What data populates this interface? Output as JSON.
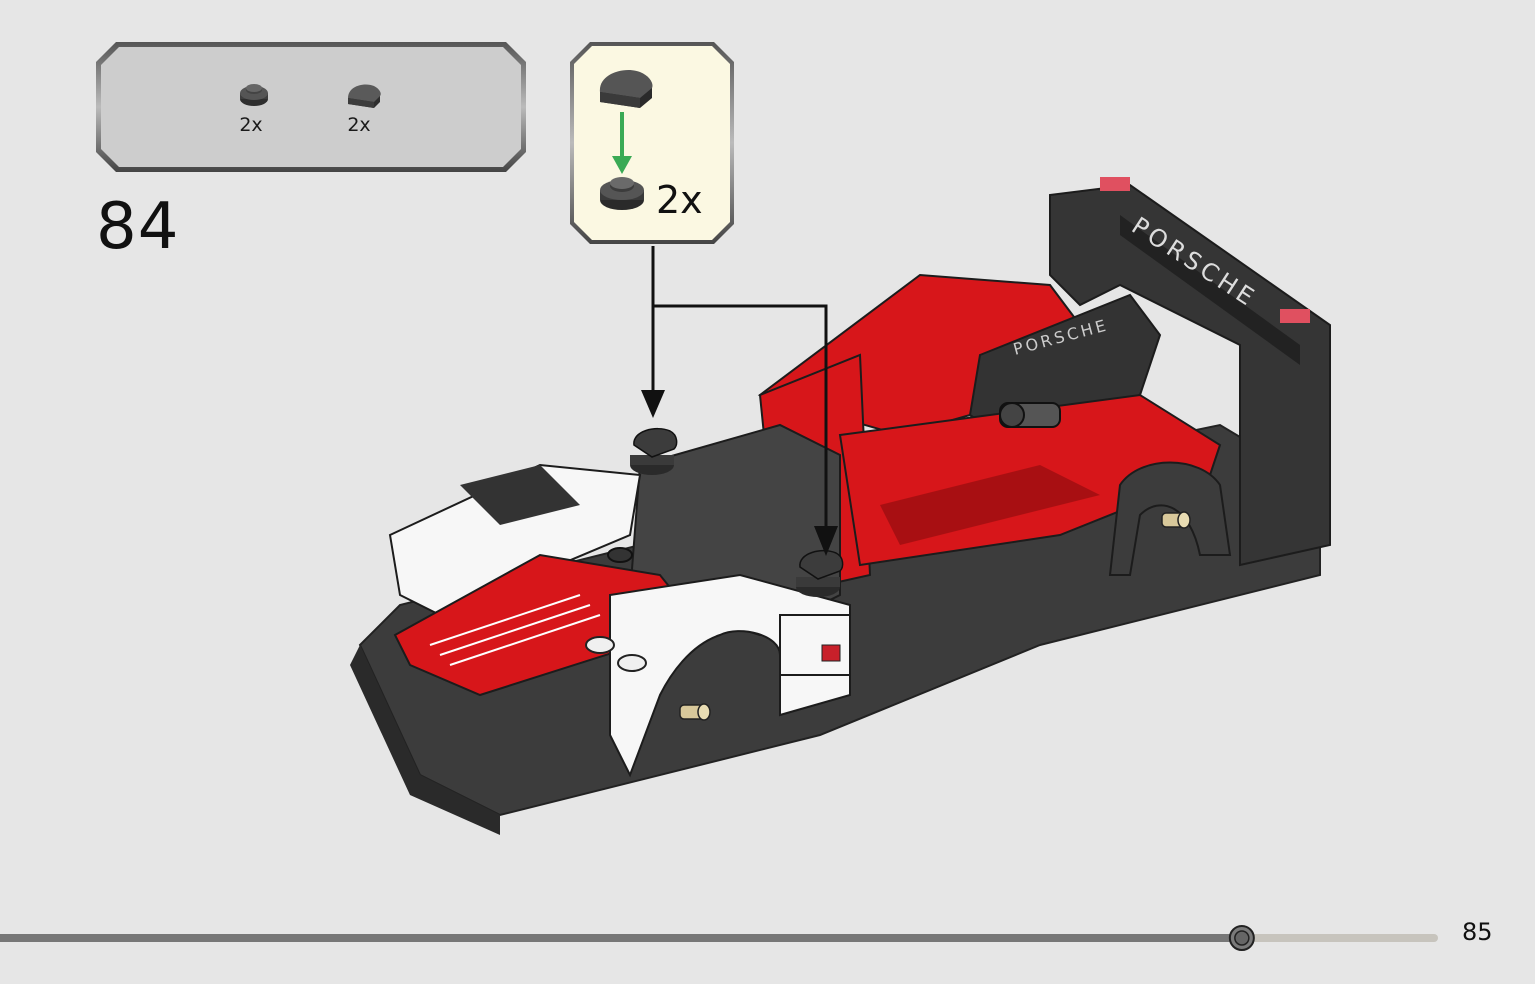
{
  "parts_list": {
    "items": [
      {
        "part": "round-plate-1x1",
        "quantity": "2x",
        "color": "#3a3a3a"
      },
      {
        "part": "quarter-round-tile-1x1",
        "quantity": "2x",
        "color": "#3a3a3a"
      }
    ]
  },
  "step": {
    "number": "84"
  },
  "callout": {
    "quantity": "2x",
    "arrow_color": "#3aaa55"
  },
  "model": {
    "logo_top": "PORSCHE",
    "logo_side": "PORSCHE"
  },
  "progress": {
    "fraction": 0.866,
    "track_color": "#777777"
  },
  "page": {
    "number": "85"
  },
  "colors": {
    "red": "#d7161a",
    "dark": "#3c3c3c",
    "white": "#f7f7f7",
    "background": "#e6e6e6"
  }
}
